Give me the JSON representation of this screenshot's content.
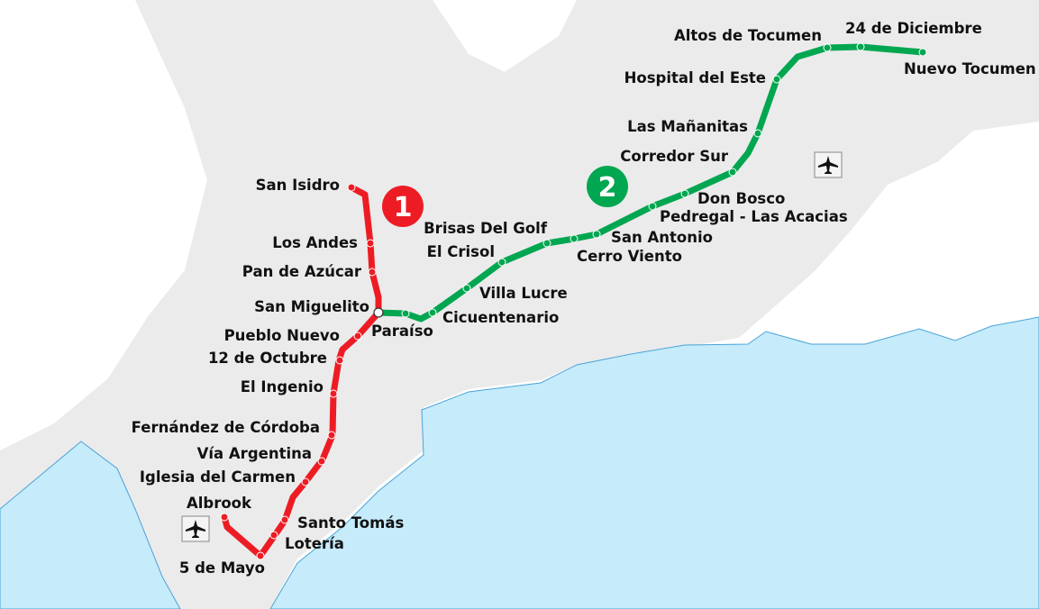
{
  "colors": {
    "land": "#ebebeb",
    "sea": "#c6ebfb",
    "line1": "#ed1c24",
    "line2": "#00a650",
    "background": "#ffffff"
  },
  "lines": [
    {
      "number": "1",
      "color": "#ed1c24",
      "stations": [
        "San Isidro",
        "Los Andes",
        "Pan de Azúcar",
        "San Miguelito",
        "Pueblo Nuevo",
        "12 de Octubre",
        "El Ingenio",
        "Fernández de Córdoba",
        "Vía Argentina",
        "Iglesia del Carmen",
        "Santo Tomás",
        "Lotería",
        "5 de Mayo",
        "Albrook"
      ]
    },
    {
      "number": "2",
      "color": "#00a650",
      "stations": [
        "Paraíso",
        "Cicuentenario",
        "Villa Lucre",
        "El Crisol",
        "Brisas Del Golf",
        "Cerro Viento",
        "San Antonio",
        "Pedregal - Las Acacias",
        "Don Bosco",
        "Corredor Sur",
        "Las Mañanitas",
        "Hospital del Este",
        "Altos de Tocumen",
        "24 de Diciembre",
        "Nuevo Tocumen"
      ]
    }
  ],
  "icons": [
    "airplane-icon",
    "airplane-icon"
  ]
}
